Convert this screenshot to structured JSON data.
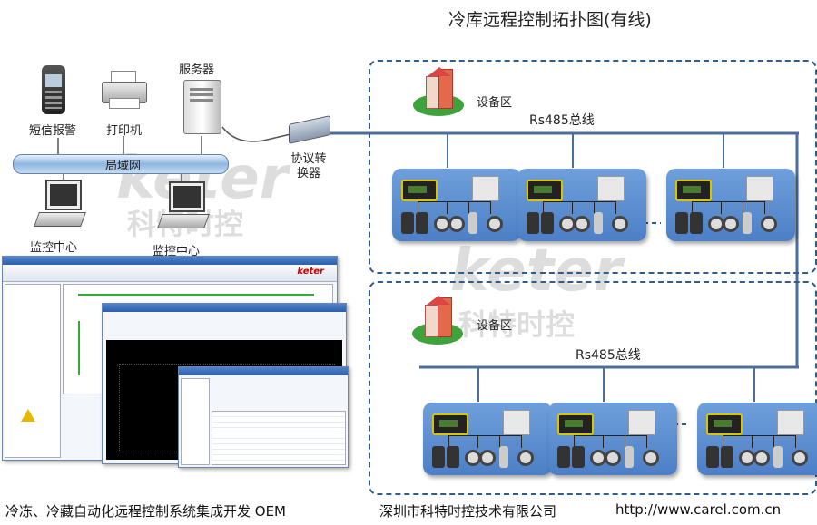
{
  "title": "冷库远程控制拓扑图(有线)",
  "labels": {
    "sms": "短信报警",
    "printer": "打印机",
    "server": "服务器",
    "lan": "局域网",
    "gateway": "协议转换器",
    "monitor1": "监控中心",
    "monitor2": "监控中心",
    "zone1": "设备区",
    "zone2": "设备区",
    "bus1": "Rs485总线",
    "bus2": "Rs485总线"
  },
  "watermarks": {
    "brand": "keter",
    "brand_cn": "科特时控"
  },
  "software": {
    "brand": "keter"
  },
  "footer": {
    "left": "冷冻、冷藏自动化远程控制系统集成开发 OEM",
    "company": "深圳市科特时控技术有限公司",
    "url": "http://www.carel.com.cn"
  },
  "colors": {
    "zone_border": "#2f5e8e",
    "panel": "#5b8dd6",
    "bus": "#4b6e9a"
  }
}
